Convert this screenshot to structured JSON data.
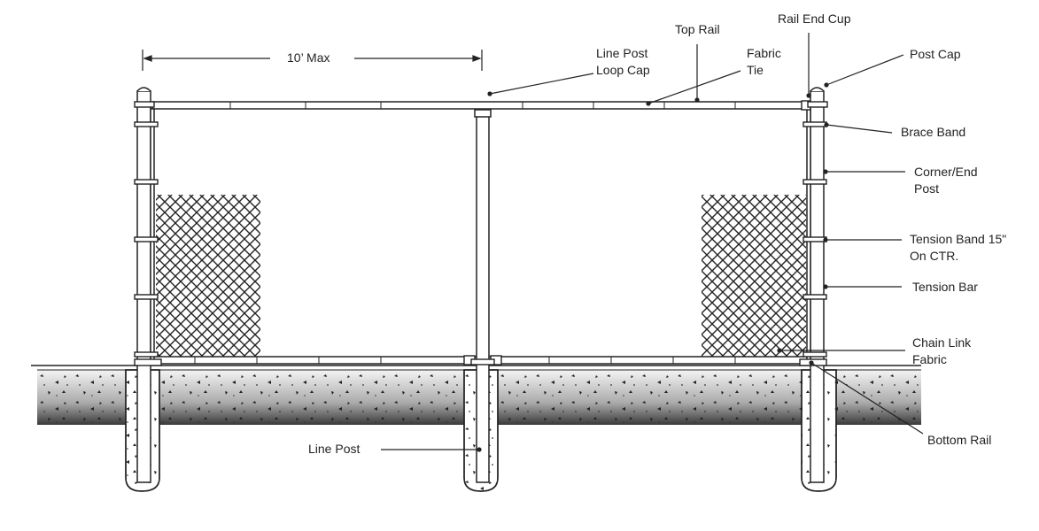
{
  "dimension": {
    "label": "10’ Max"
  },
  "labels": {
    "line_post_loop_cap": "Line Post\nLoop Cap",
    "top_rail": "Top Rail",
    "fabric_tie": "Fabric\nTie",
    "rail_end_cup": "Rail End Cup",
    "post_cap": "Post Cap",
    "brace_band": "Brace Band",
    "corner_end_post": "Corner/End\nPost",
    "tension_band": "Tension Band 15\"\nOn CTR.",
    "tension_bar": "Tension Bar",
    "chain_link_fabric": "Chain Link\nFabric",
    "bottom_rail": "Bottom Rail",
    "line_post": "Line Post"
  },
  "colors": {
    "line": "#222222",
    "ground_top": "#f2f2f2",
    "ground_bottom": "#444444"
  }
}
